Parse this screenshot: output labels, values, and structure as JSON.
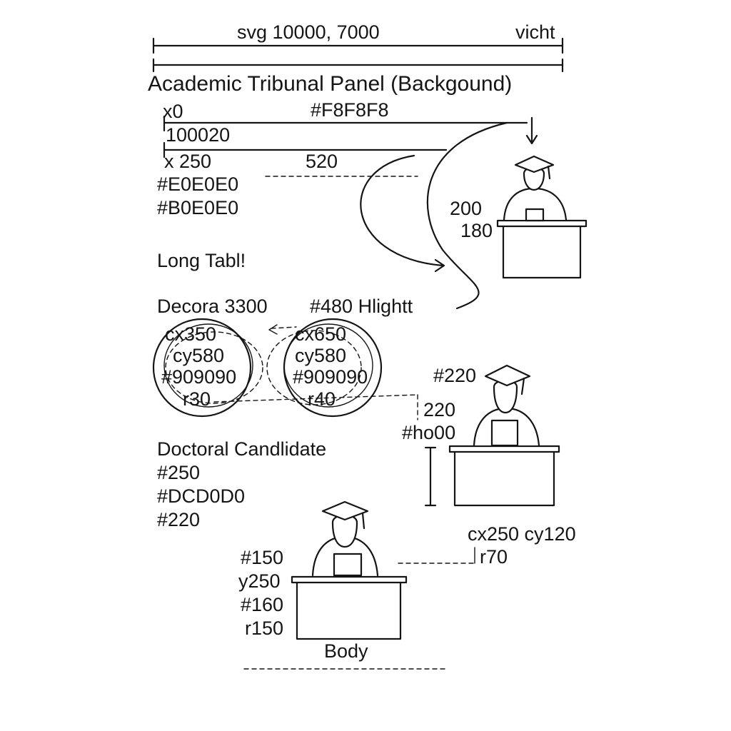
{
  "labels": {
    "svg_dims": "svg 10000, 7000",
    "vicht": "vicht",
    "panel_title": "Academic Tribunal Panel (Backgound)",
    "x0": "x0",
    "bg_color": "#F8F8F8",
    "dim_100020": "100020",
    "x250": "x 250",
    "v520": "520",
    "col_e0": "#E0E0E0",
    "col_b0": "#B0E0E0",
    "v200": "200",
    "v180": "180",
    "long_table": "Long Tabl!",
    "decora": "Decora 3300",
    "highlight": "#480 Hlightt",
    "c1_cx": "cx350",
    "c1_cy": "cy580",
    "c1_color": "#909090",
    "c1_r": "r30",
    "c2_cx": "cx650",
    "c2_cy": "cy580",
    "c2_color": "#909090",
    "c2_r": "r40",
    "m_220a": "#220",
    "m_220b": "220",
    "m_ho00": "#ho00",
    "cand_title": "Doctoral Candlidate",
    "cand_250": "#250",
    "cand_color": "#DCD0D0",
    "cand_220": "#220",
    "cx_cy": "cx250 cy120",
    "r70": "r70",
    "b_150": "#150",
    "b_y250": "y250",
    "b_160": "#160",
    "b_r150": "r150",
    "body": "Body"
  },
  "icons": [
    "graduation-cap-icon",
    "arrow-icon"
  ]
}
